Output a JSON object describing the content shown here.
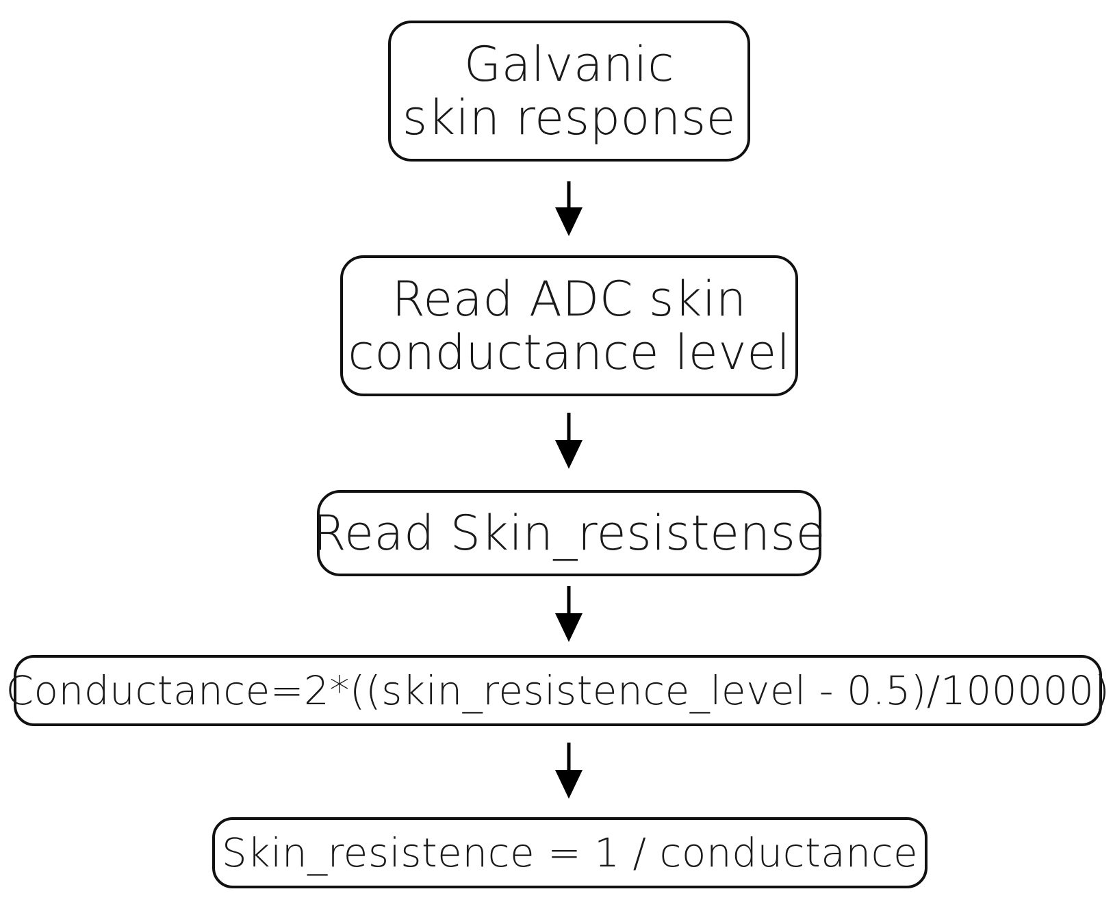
{
  "diagram": {
    "nodes": [
      {
        "id": "galvanic-skin-response",
        "lines": [
          "Galvanic",
          "skin response"
        ]
      },
      {
        "id": "read-adc",
        "lines": [
          "Read ADC skin",
          "conductance level"
        ]
      },
      {
        "id": "read-skin-resistense",
        "lines": [
          "Read Skin_resistense"
        ]
      },
      {
        "id": "conductance-formula",
        "lines": [
          "Conductance=2*((skin_resistence_level - 0.5)/100000)"
        ]
      },
      {
        "id": "skin-resistence-formula",
        "lines": [
          "Skin_resistence = 1 / conductance"
        ]
      }
    ],
    "edges": [
      {
        "from": "galvanic-skin-response",
        "to": "read-adc"
      },
      {
        "from": "read-adc",
        "to": "read-skin-resistense"
      },
      {
        "from": "read-skin-resistense",
        "to": "conductance-formula"
      },
      {
        "from": "conductance-formula",
        "to": "skin-resistence-formula"
      }
    ],
    "colors": {
      "border": "#111111",
      "text": "#1a1a1a",
      "arrow": "#000000",
      "background": "#ffffff"
    }
  }
}
